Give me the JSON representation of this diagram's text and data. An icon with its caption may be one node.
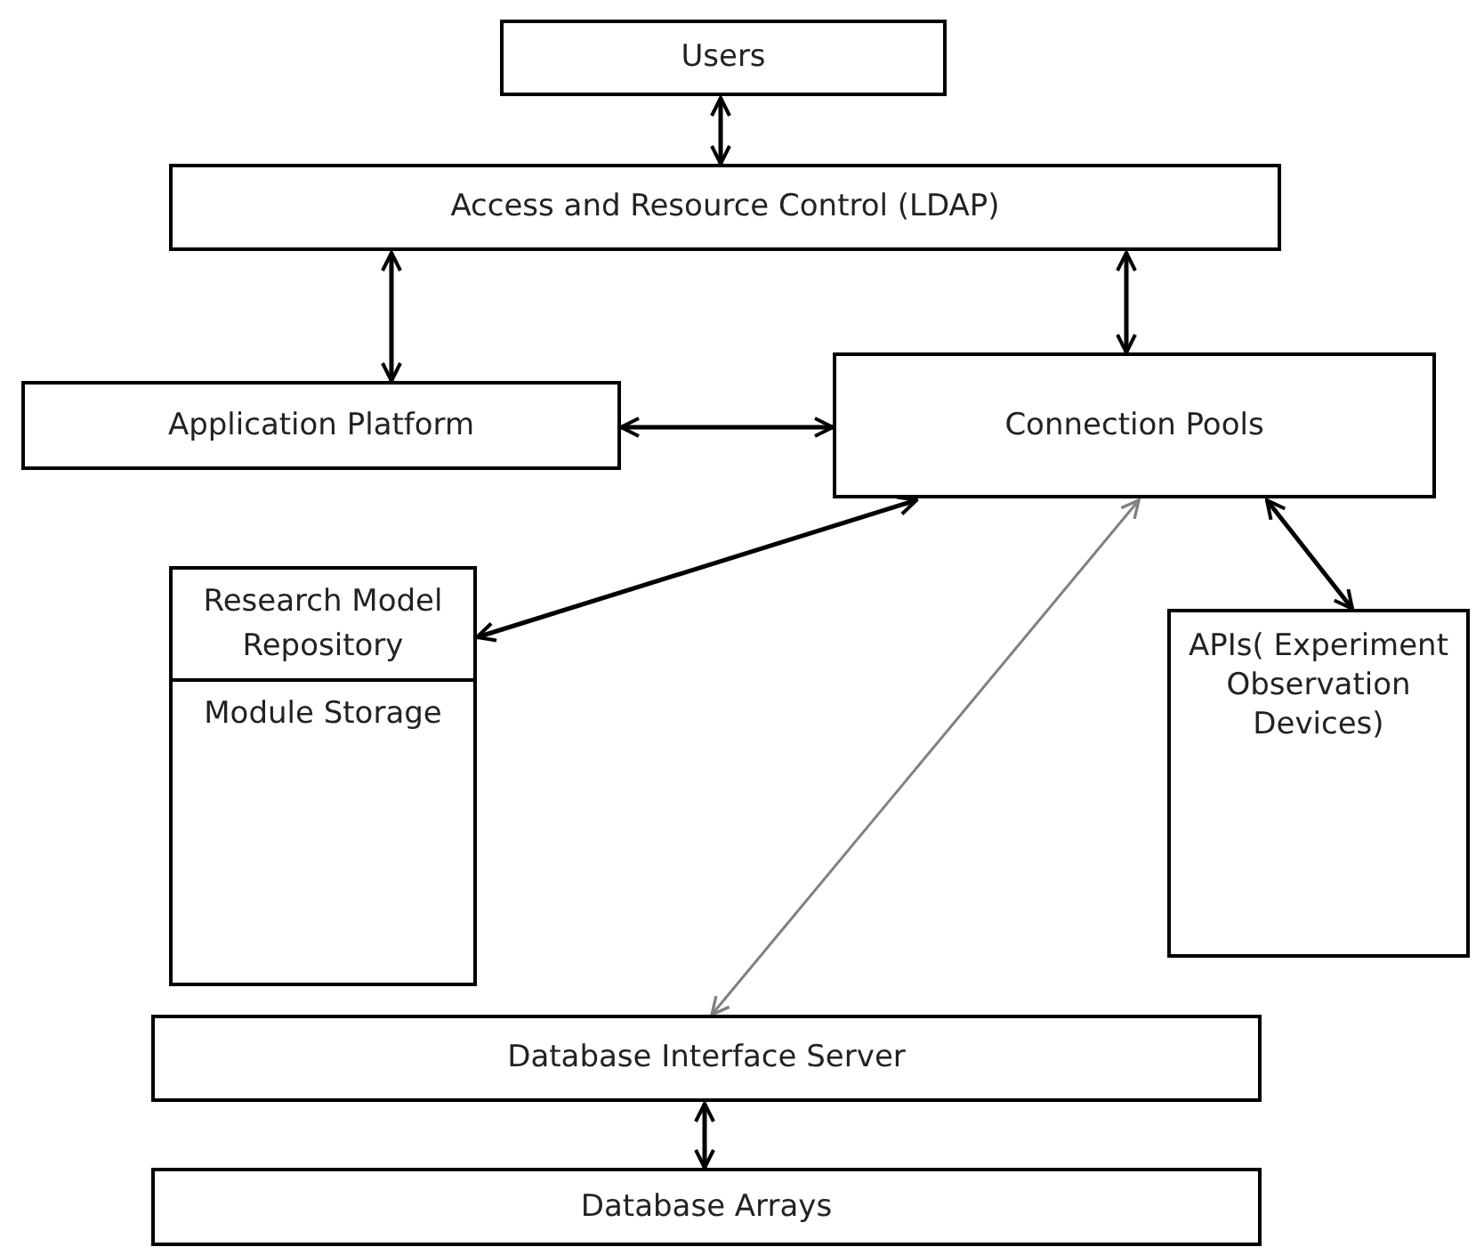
{
  "diagram": {
    "nodes": [
      {
        "text": [
          "Users"
        ]
      },
      {
        "text": [
          "Access and Resource Control (LDAP)"
        ]
      },
      {
        "text": [
          "Application Platform"
        ]
      },
      {
        "text": [
          "Connection Pools"
        ]
      },
      {
        "text": [
          "Research Model Repository",
          "Module Storage"
        ]
      },
      {
        "text": [
          "APIs( Experiment Observation Devices)"
        ]
      },
      {
        "text": [
          "Database Interface Server"
        ]
      },
      {
        "text": [
          "Database Arrays"
        ]
      }
    ],
    "edges": [
      {
        "from": 0,
        "to": 1,
        "arrow": "both"
      },
      {
        "from": 1,
        "to": 2,
        "arrow": "both"
      },
      {
        "from": 1,
        "to": 3,
        "arrow": "both"
      },
      {
        "from": 2,
        "to": 3,
        "arrow": "both"
      },
      {
        "from": 3,
        "to": 4,
        "arrow": "both"
      },
      {
        "from": 3,
        "to": 6,
        "arrow": "both",
        "color": "#808080"
      },
      {
        "from": 3,
        "to": 5,
        "arrow": "both"
      },
      {
        "from": 6,
        "to": 7,
        "arrow": "both"
      }
    ]
  }
}
